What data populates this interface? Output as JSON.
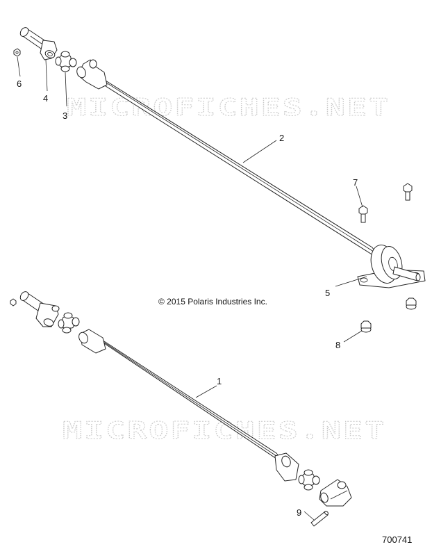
{
  "watermarks": [
    "MICROFICHES.NET",
    "MICROFICHES.NET"
  ],
  "copyright": "© 2015 Polaris Industries Inc.",
  "figure_number": "700741",
  "callouts": [
    "1",
    "2",
    "3",
    "4",
    "5",
    "6",
    "7",
    "8",
    "9"
  ]
}
